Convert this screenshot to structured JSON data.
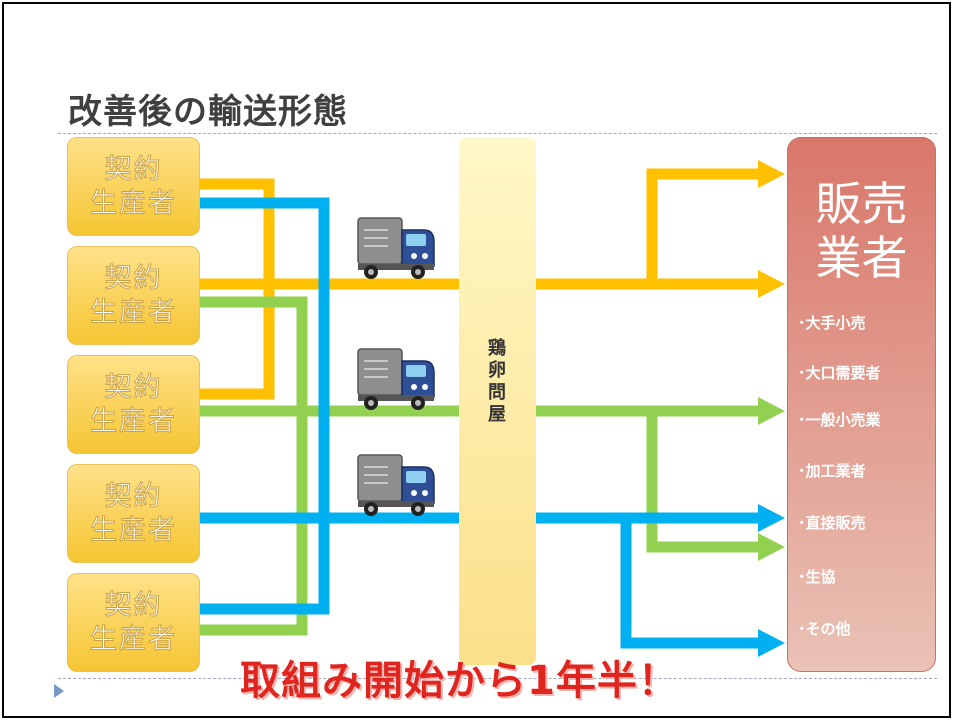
{
  "slide": {
    "title": "改善後の輸送形態",
    "caption": "取組み開始から1年半！"
  },
  "producers": [
    {
      "line1": "契約",
      "line2": "生産者"
    },
    {
      "line1": "契約",
      "line2": "生産者"
    },
    {
      "line1": "契約",
      "line2": "生産者"
    },
    {
      "line1": "契約",
      "line2": "生産者"
    },
    {
      "line1": "契約",
      "line2": "生産者"
    }
  ],
  "wholesaler": {
    "label": "鶏卵問屋"
  },
  "seller": {
    "title_line1": "販売",
    "title_line2": "業者",
    "items": [
      "･大手小売",
      "･大口需要者",
      "･一般小売業",
      "･加工業者",
      "･直接販売",
      "･生協",
      "･その他"
    ]
  },
  "colors": {
    "yellow_flow": "#ffc000",
    "green_flow": "#92d050",
    "blue_flow": "#00b0f0"
  },
  "icons": [
    "truck-icon",
    "truck-icon",
    "truck-icon"
  ]
}
